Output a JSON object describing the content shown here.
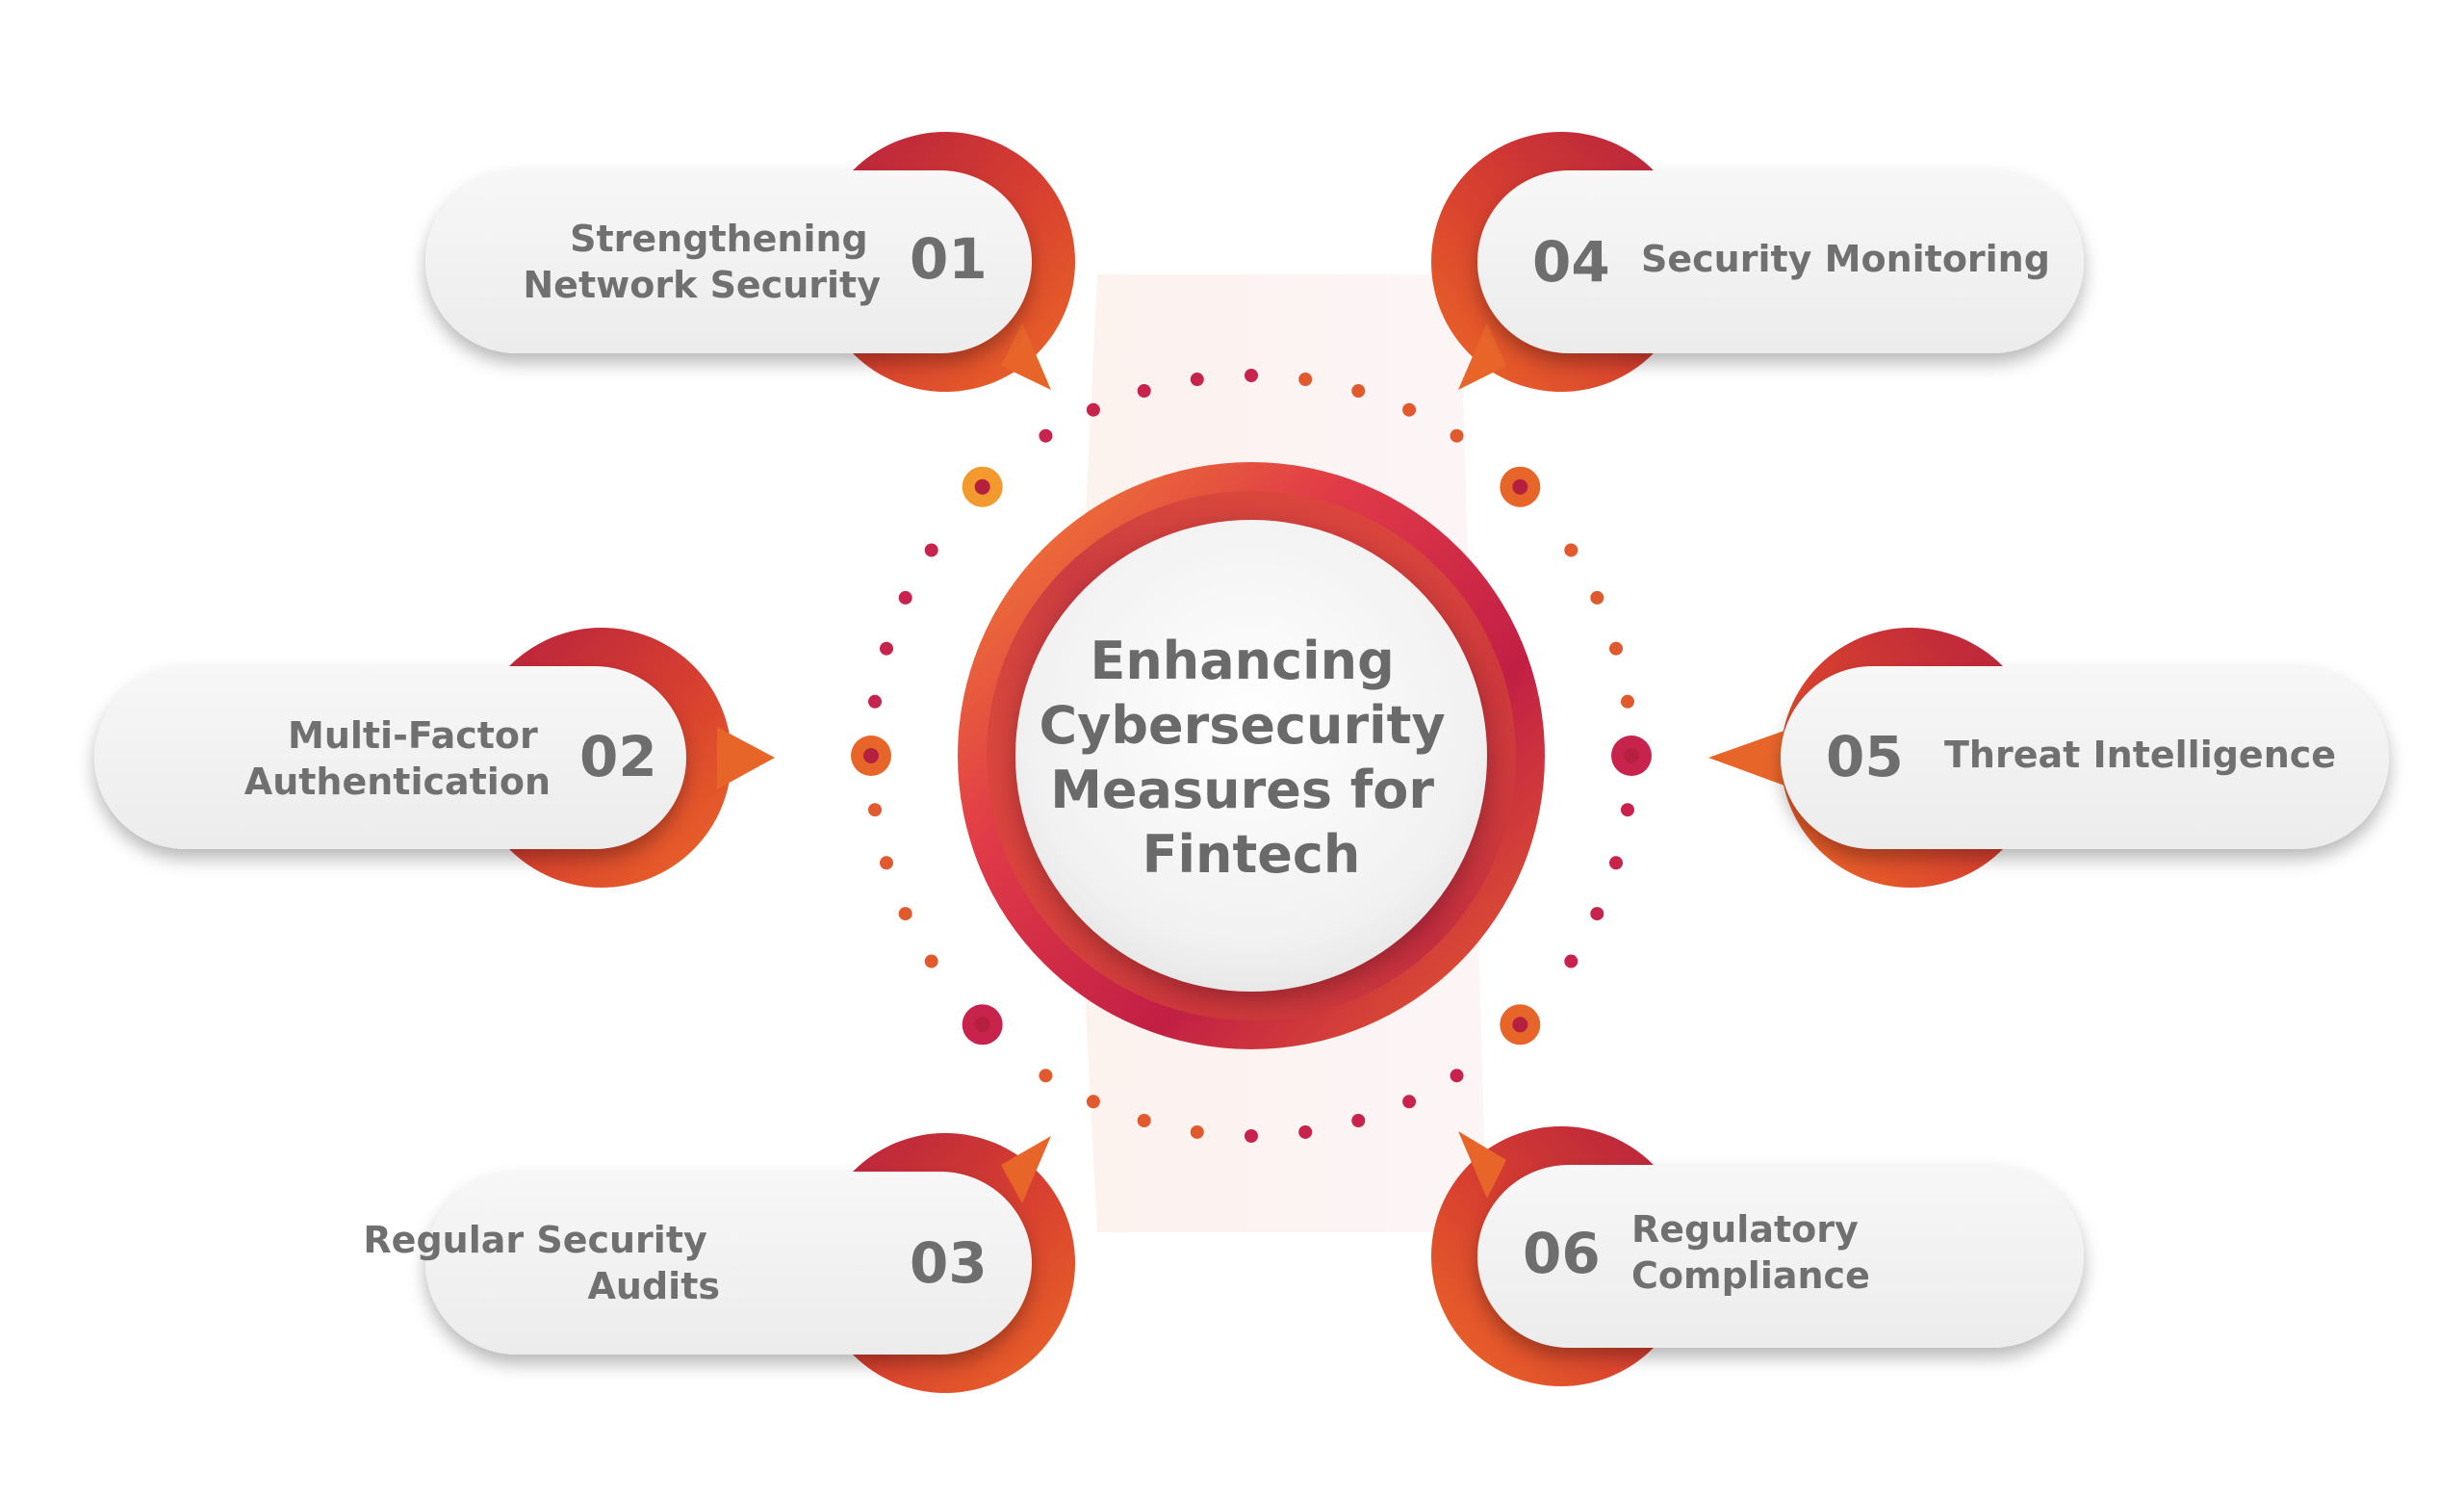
{
  "center": {
    "lines": [
      "Enhancing",
      "Cybersecurity",
      "Measures for",
      "Fintech"
    ]
  },
  "items": [
    {
      "number": "01",
      "lines": [
        "Strengthening",
        "Network Security"
      ]
    },
    {
      "number": "02",
      "lines": [
        "Multi-Factor",
        "Authentication"
      ]
    },
    {
      "number": "03",
      "lines": [
        "Regular Security",
        "Audits"
      ]
    },
    {
      "number": "04",
      "lines": [
        "Security Monitoring"
      ]
    },
    {
      "number": "05",
      "lines": [
        "Threat Intelligence"
      ]
    },
    {
      "number": "06",
      "lines": [
        "Regulatory",
        "Compliance"
      ]
    }
  ],
  "colors": {
    "accent_orange": "#e8652a",
    "accent_red": "#b5203f",
    "accent_magenta": "#c8234d",
    "dot_highlight": "#f29a2e",
    "pill_fill": "#f2f2f2",
    "text_gray": "#6e6e6e"
  }
}
